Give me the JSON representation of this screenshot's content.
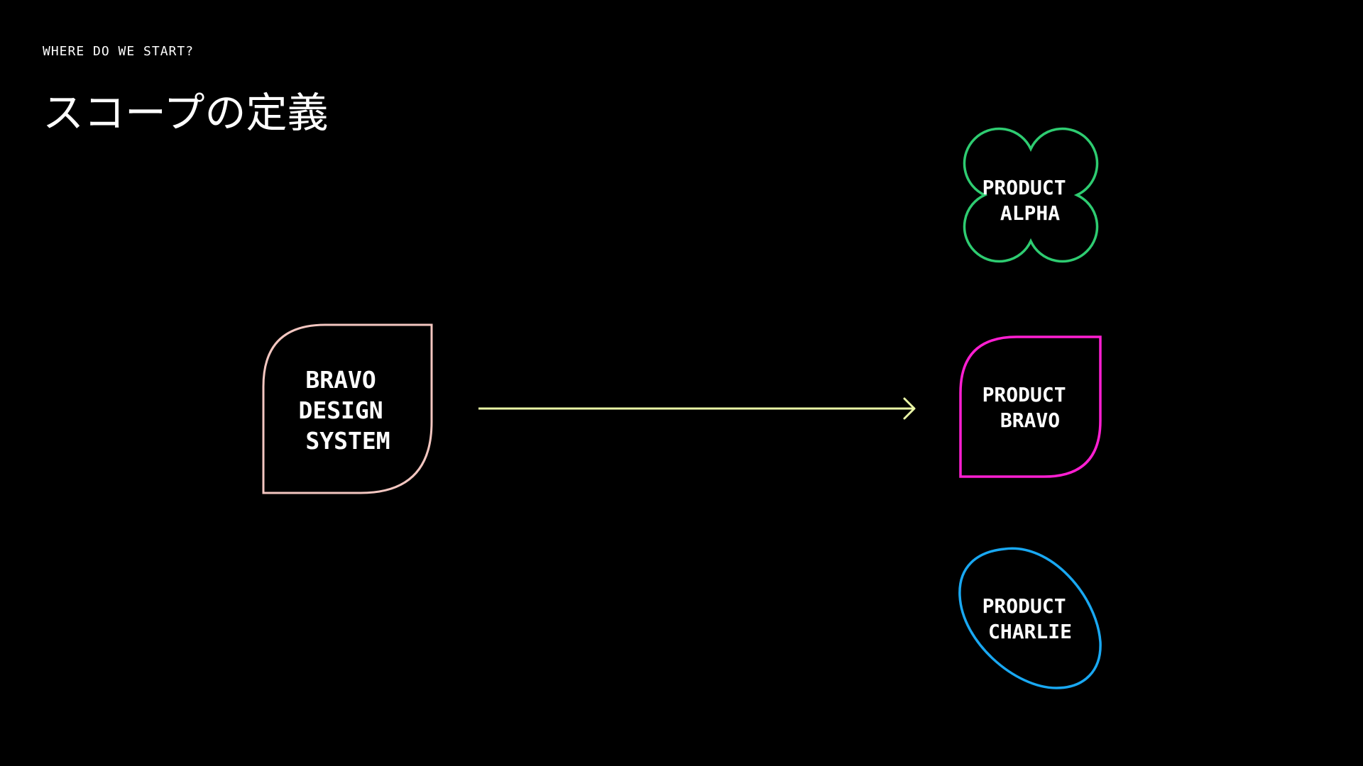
{
  "slide": {
    "eyebrow": "WHERE DO WE START?",
    "title": "スコープの定義"
  },
  "source": {
    "lines": [
      "BRAVO",
      "DESIGN",
      "SYSTEM"
    ],
    "stroke": "#f3c6c0"
  },
  "arrow": {
    "stroke": "#eaf7a6"
  },
  "products": [
    {
      "lines": [
        "PRODUCT",
        "ALPHA"
      ],
      "stroke": "#2ecc71",
      "shape": "clover"
    },
    {
      "lines": [
        "PRODUCT",
        "BRAVO"
      ],
      "stroke": "#ff1fd2",
      "shape": "leaf"
    },
    {
      "lines": [
        "PRODUCT",
        "CHARLIE"
      ],
      "stroke": "#19a8f2",
      "shape": "oval"
    }
  ]
}
